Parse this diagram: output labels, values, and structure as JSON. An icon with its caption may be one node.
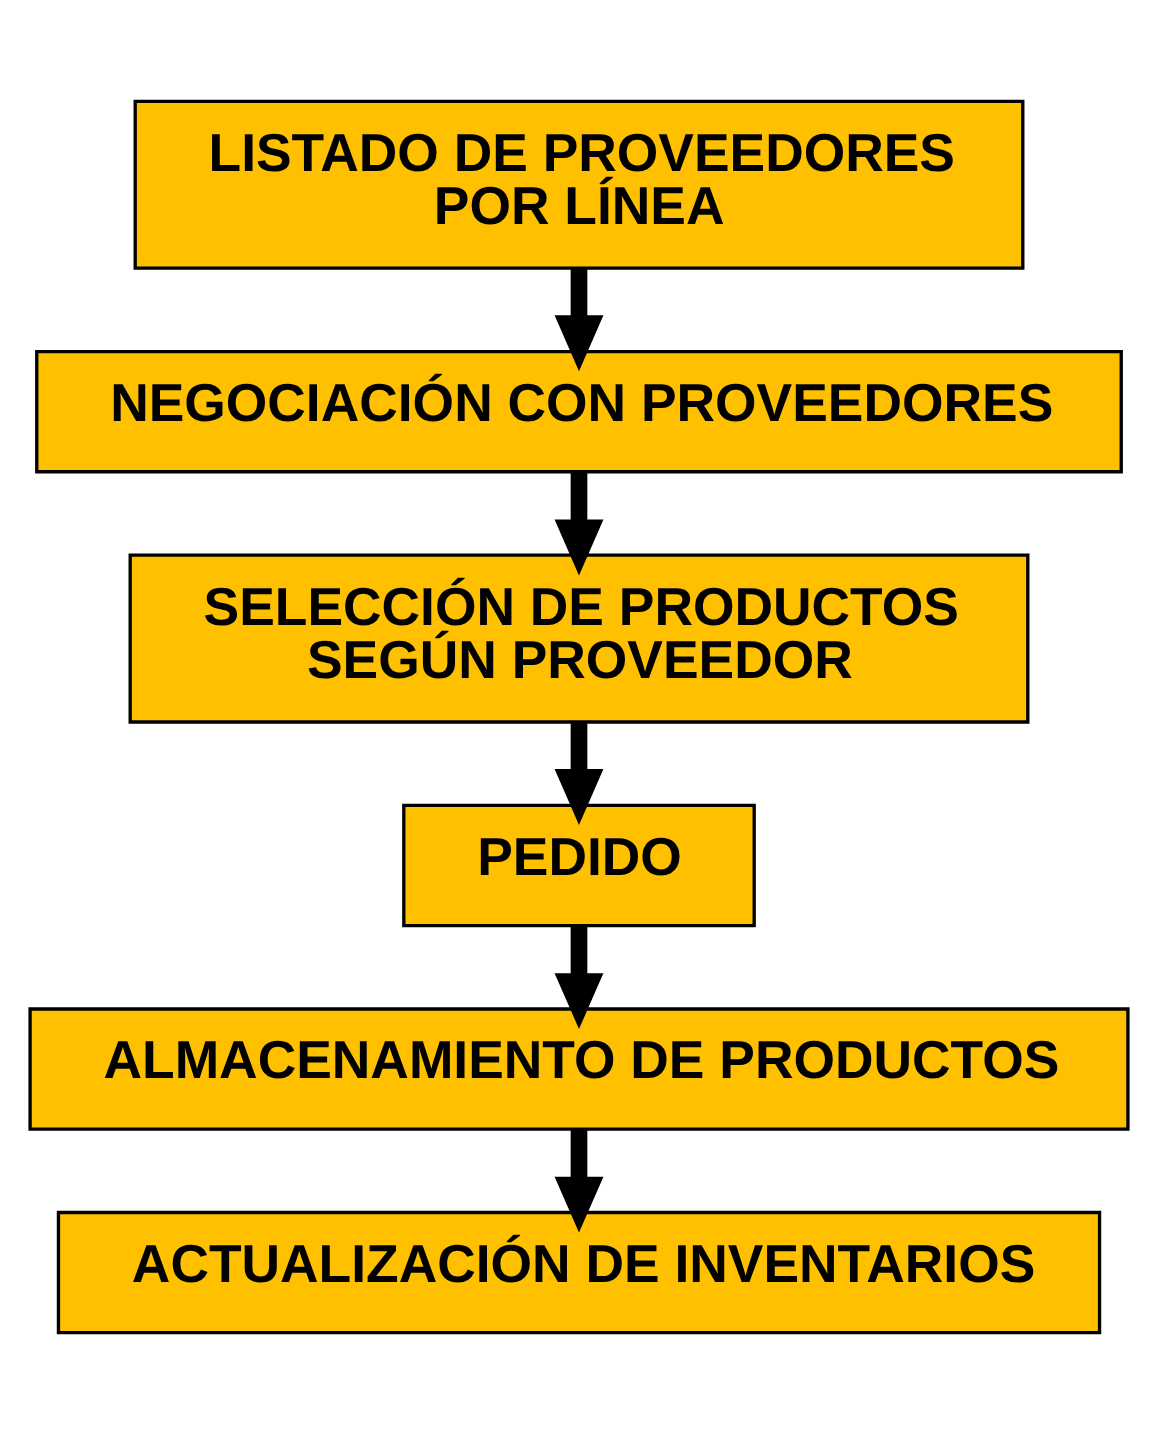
{
  "diagram": {
    "nodes": [
      {
        "text": [
          "LISTADO DE PROVEEDORES POR LÍNEA"
        ]
      },
      {
        "text": [
          "NEGOCIACIÓN CON PROVEEDORES"
        ]
      },
      {
        "text": [
          "SELECCIÓN DE PRODUCTOS SEGÚN PROVEEDOR"
        ]
      },
      {
        "text": [
          "PEDIDO"
        ]
      },
      {
        "text": [
          "ALMACENAMIENTO DE PRODUCTOS"
        ]
      },
      {
        "text": [
          "ACTUALIZACIÓN DE INVENTARIOS"
        ]
      }
    ],
    "edges": [
      {
        "from": 0,
        "to": 1,
        "arrow": "to"
      },
      {
        "from": 1,
        "to": 2,
        "arrow": "to"
      },
      {
        "from": 2,
        "to": 3,
        "arrow": "to"
      },
      {
        "from": 3,
        "to": 4,
        "arrow": "to"
      },
      {
        "from": 4,
        "to": 5,
        "arrow": "to"
      }
    ]
  }
}
